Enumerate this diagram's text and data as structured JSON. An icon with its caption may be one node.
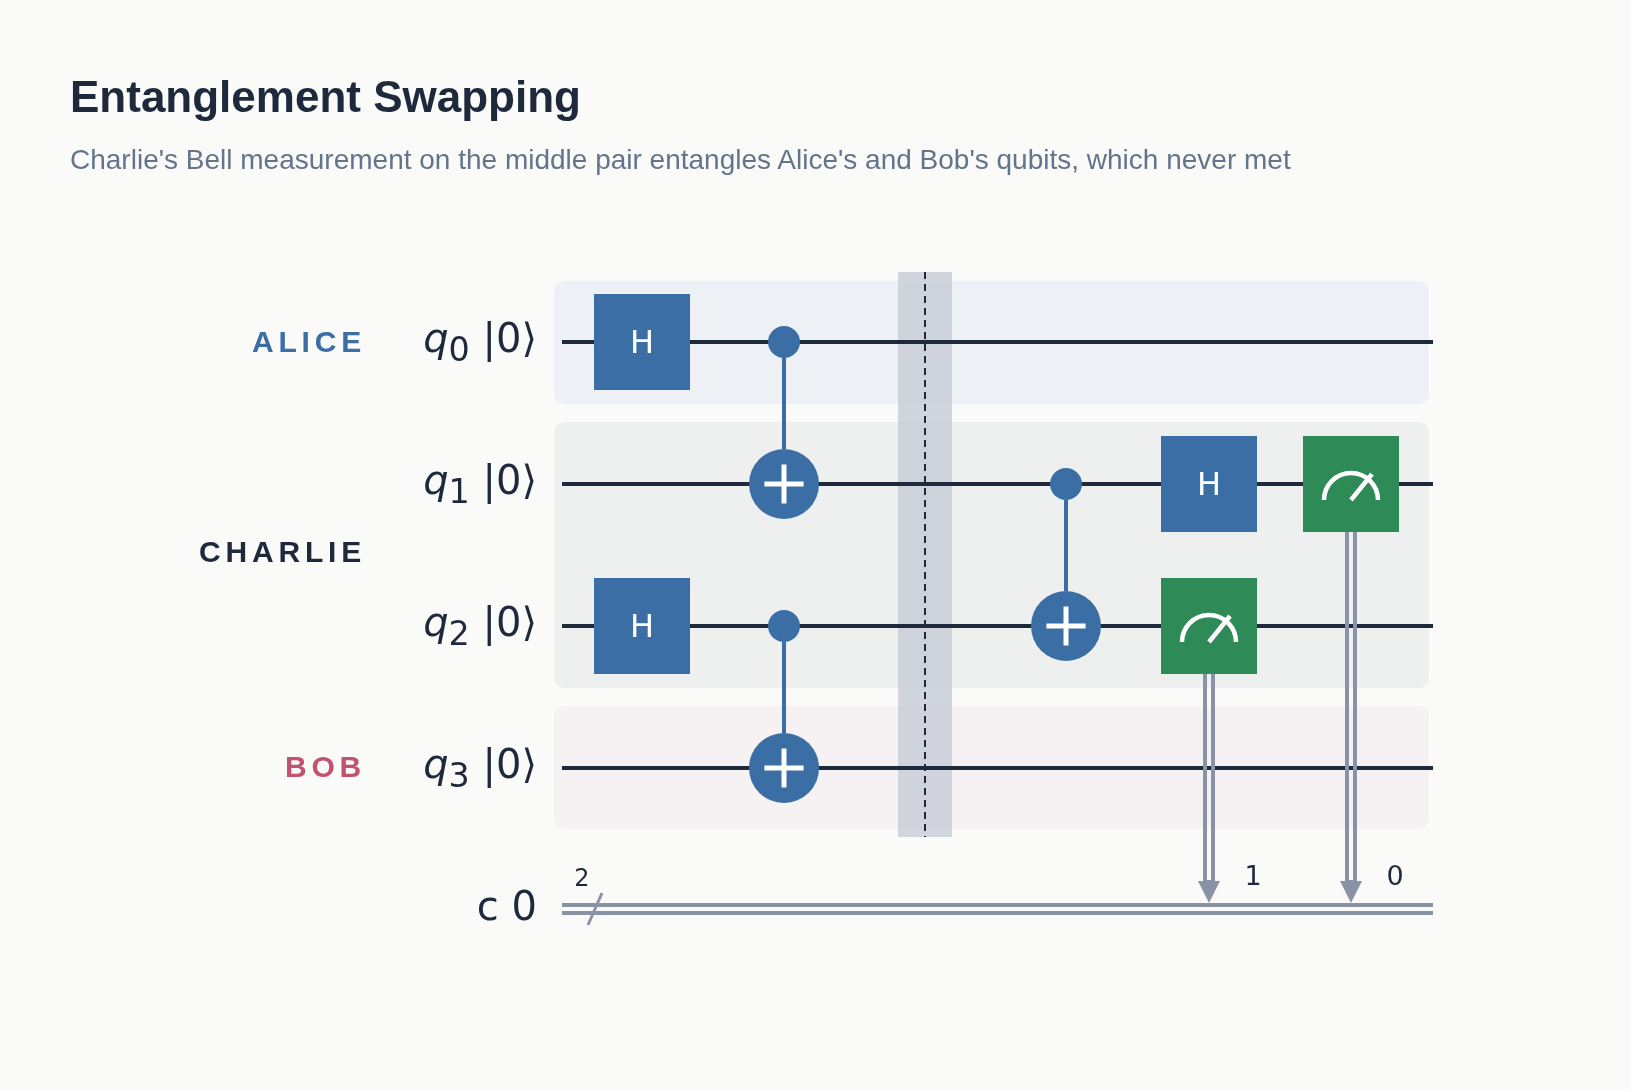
{
  "diagram": {
    "title": "Entanglement Swapping",
    "caption": "Charlie's Bell measurement on the middle pair entangles Alice's and Bob's qubits, which never met",
    "nodes": [
      {
        "text": [
          "H"
        ]
      },
      {
        "text": [],
        "shape": "dot"
      },
      {
        "text": [],
        "shape": "circle"
      },
      {
        "text": [],
        "shape": "dot"
      },
      {
        "text": [
          "H"
        ]
      },
      {
        "text": [],
        "shape": "meter"
      },
      {
        "text": [
          "H"
        ]
      },
      {
        "text": [],
        "shape": "dot"
      },
      {
        "text": [],
        "shape": "circle"
      },
      {
        "text": [],
        "shape": "meter"
      },
      {
        "text": [],
        "shape": "circle"
      },
      {
        "text": [],
        "shape": "bar"
      }
    ],
    "edges": [
      {
        "from": 1,
        "to": 2,
        "arrow": "none",
        "color": "#3b6ea5"
      },
      {
        "from": 7,
        "to": 10,
        "arrow": "none",
        "color": "#3b6ea5"
      },
      {
        "from": 3,
        "to": 8,
        "arrow": "none",
        "color": "#3b6ea5"
      },
      {
        "from": 9,
        "to": 11,
        "arrow": "to",
        "label": "1"
      },
      {
        "from": 5,
        "to": 11,
        "arrow": "to",
        "label": "0"
      }
    ],
    "labels": [
      "ALICE",
      "*q*$_{0}$ |0⟩",
      "CHARLIE",
      "*q*$_{1}$ |0⟩",
      "*q*$_{2}$ |0⟩",
      "BOB",
      "*q*$_{3}$ |0⟩",
      "c 0",
      "2"
    ]
  }
}
